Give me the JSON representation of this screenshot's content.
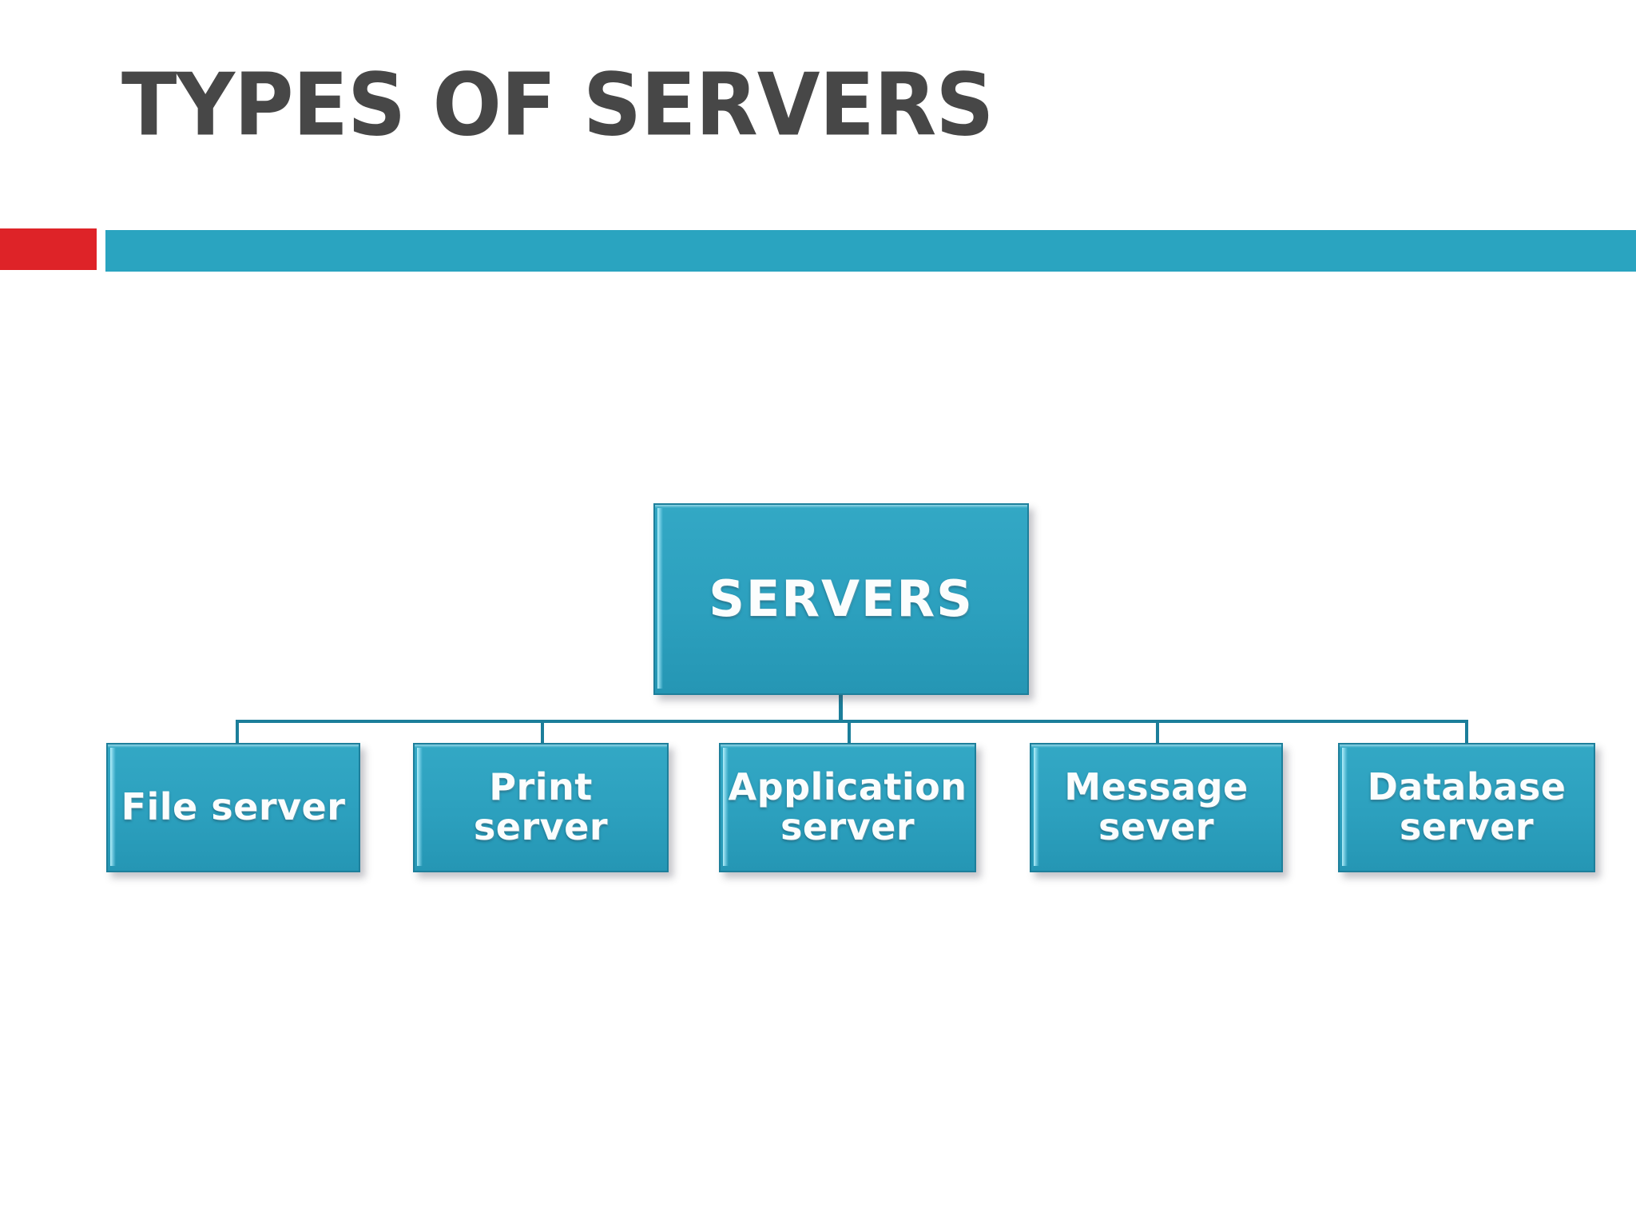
{
  "slide": {
    "title": "TYPES OF SERVERS",
    "background_color": "#FFFFFF",
    "title_color": "#474747"
  },
  "divider": {
    "accent_color": "#DE2328",
    "bar_color": "#2AA4C0"
  },
  "diagram": {
    "type": "org-chart",
    "node_fill_color": "#2CA2C0",
    "node_border_color": "#1D7F9B",
    "node_text_color": "#FBFDFD",
    "connector_color": "#1B7E9A",
    "root": {
      "label": "SERVERS"
    },
    "children": [
      {
        "label": "File server"
      },
      {
        "label": "Print server"
      },
      {
        "label": "Application\nserver",
        "line1": "Application",
        "line2": "server"
      },
      {
        "label": "Message\nsever",
        "line1": "Message",
        "line2": "sever"
      },
      {
        "label": "Database\nserver",
        "line1": "Database",
        "line2": "server"
      }
    ]
  }
}
